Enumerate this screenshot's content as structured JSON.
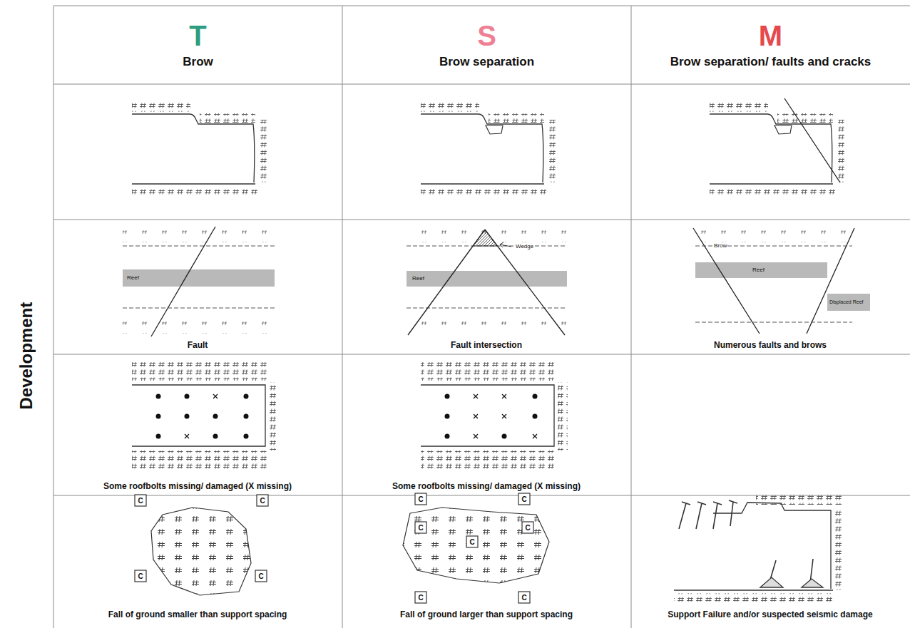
{
  "diagram": {
    "nodes": [
      {
        "text": [
          "T",
          "Brow"
        ]
      },
      {
        "text": [
          "S",
          "Brow separation"
        ]
      },
      {
        "text": [
          "M",
          "Brow separation/ faults and cracks"
        ]
      },
      {
        "text": [
          "Development"
        ]
      }
    ],
    "labels": [
      "Reef",
      "Fault",
      "Wedge",
      "Reef",
      "Fault intersection",
      "Brow",
      "Reef",
      "Displaced Reef",
      "Numerous faults and brows",
      "Some roofbolts missing/ damaged (X missing)",
      "Some roofbolts missing/ damaged (X missing)",
      "C",
      "C",
      "C",
      "C",
      "Fall of ground smaller than support spacing",
      "C",
      "C",
      "C",
      "C",
      "C",
      "C",
      "C",
      "Fall of ground larger than support spacing",
      "Support Failure and/or suspected seismic damage"
    ]
  }
}
